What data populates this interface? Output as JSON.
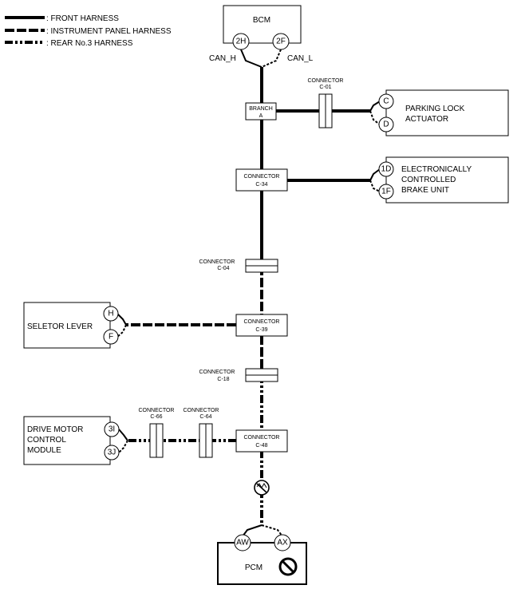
{
  "legend": {
    "front": ": FRONT HARNESS",
    "panel": ": INSTRUMENT PANEL HARNESS",
    "rear": ": REAR No.3 HARNESS"
  },
  "bcm": {
    "title": "BCM",
    "pin_h": "2H",
    "pin_l": "2F",
    "can_h": "CAN_H",
    "can_l": "CAN_L"
  },
  "branch": {
    "line1": "BRANCH",
    "line2": "A"
  },
  "c01": {
    "line1": "CONNECTOR",
    "line2": "C-01"
  },
  "parking": {
    "line1": "PARKING LOCK",
    "line2": "ACTUATOR",
    "pin1": "C",
    "pin2": "D"
  },
  "c34": {
    "line1": "CONNECTOR",
    "line2": "C-34"
  },
  "ecbu": {
    "line1": "ELECTRONICALLY",
    "line2": "CONTROLLED",
    "line3": "BRAKE UNIT",
    "pin1": "1D",
    "pin2": "1F"
  },
  "c04": {
    "line1": "CONNECTOR",
    "line2": "C-04"
  },
  "selector": {
    "label": "SELETOR LEVER",
    "pin1": "H",
    "pin2": "F"
  },
  "c39": {
    "line1": "CONNECTOR",
    "line2": "C-39"
  },
  "c18": {
    "line1": "CONNECTOR",
    "line2": "C-18"
  },
  "c66": {
    "line1": "CONNECTOR",
    "line2": "C-66"
  },
  "c64": {
    "line1": "CONNECTOR",
    "line2": "C-64"
  },
  "dmcm": {
    "line1": "DRIVE MOTOR",
    "line2": "CONTROL",
    "line3": "MODULE",
    "pin1": "3I",
    "pin2": "3J"
  },
  "c48": {
    "line1": "CONNECTOR",
    "line2": "C-48"
  },
  "pcm": {
    "title": "PCM",
    "pin1": "AW",
    "pin2": "AX"
  }
}
